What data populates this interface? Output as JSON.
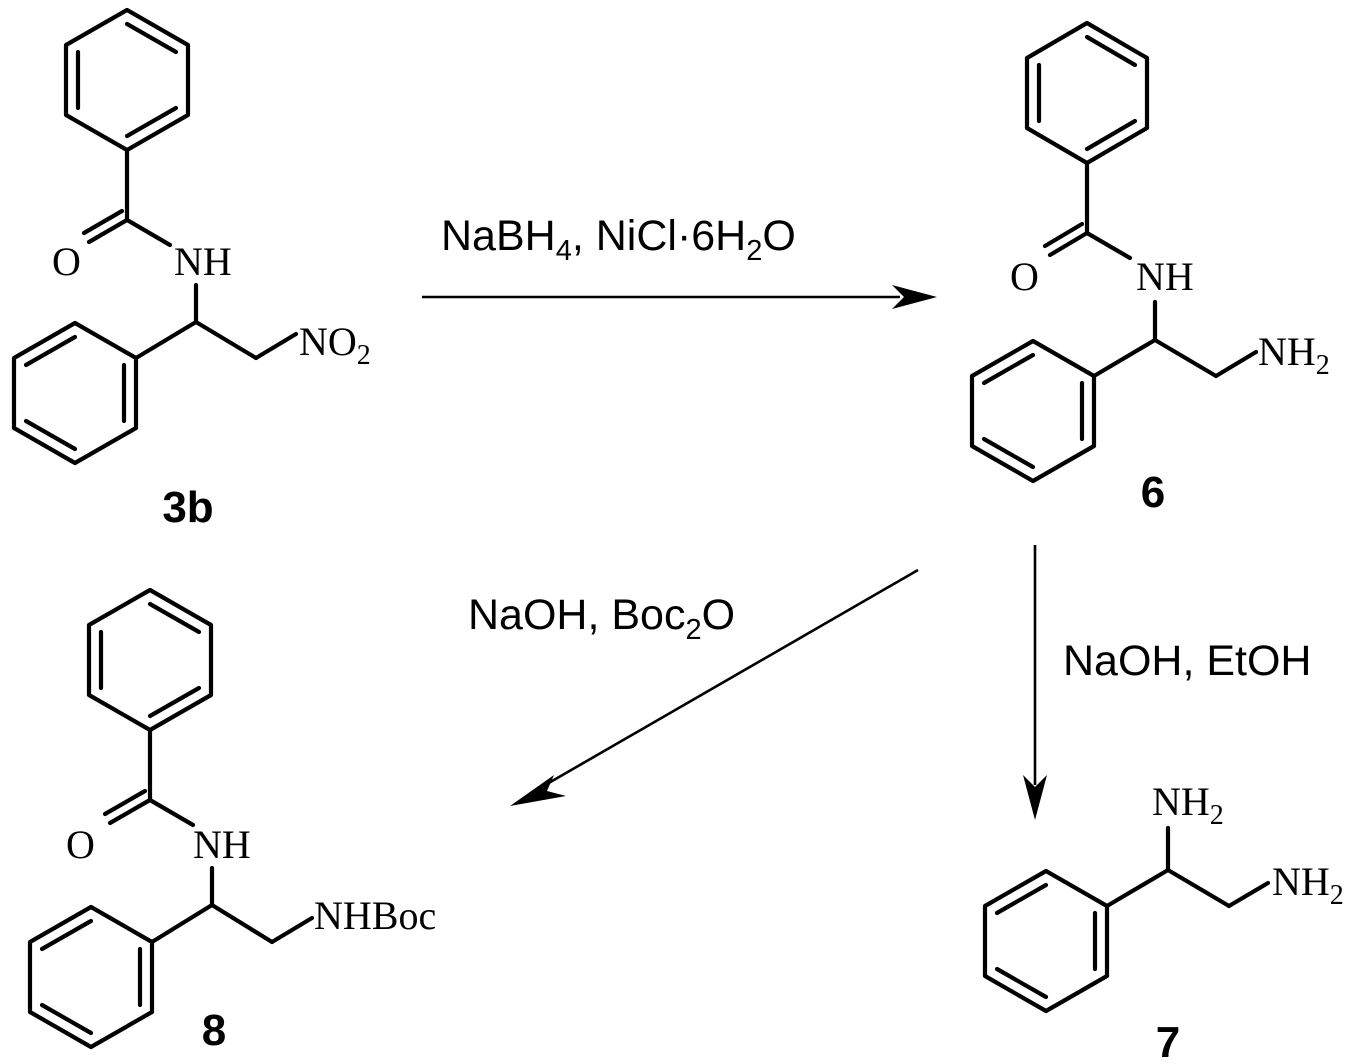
{
  "compounds": {
    "c3b": {
      "label": "3b",
      "atoms": {
        "o": "O",
        "nh": "NH",
        "no2_main": "NO",
        "no2_sub": "2"
      }
    },
    "c6": {
      "label": "6",
      "atoms": {
        "o": "O",
        "nh": "NH",
        "nh2_main": "NH",
        "nh2_sub": "2"
      }
    },
    "c7": {
      "label": "7",
      "atoms": {
        "nh2a_main": "NH",
        "nh2a_sub": "2",
        "nh2b_main": "NH",
        "nh2b_sub": "2"
      }
    },
    "c8": {
      "label": "8",
      "atoms": {
        "o": "O",
        "nh": "NH",
        "nhboc": "NHBoc"
      }
    }
  },
  "reactions": {
    "r1": {
      "p1": "NaBH",
      "s1": "4",
      "p2": ", NiCl·6H",
      "s2": "2",
      "p3": "O"
    },
    "r2": {
      "p1": "NaOH, Boc",
      "s1": "2",
      "p2": "O"
    },
    "r3": {
      "p1": "NaOH, EtOH"
    }
  }
}
